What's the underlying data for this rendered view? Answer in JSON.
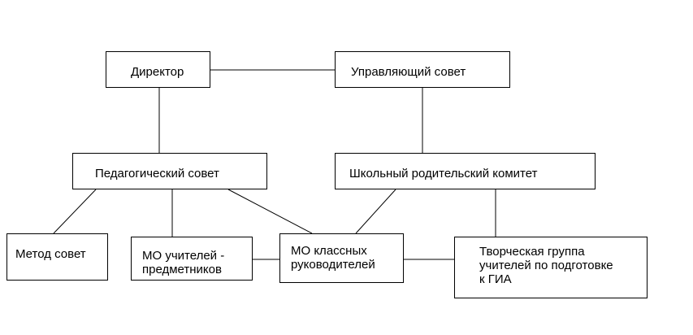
{
  "diagram": {
    "nodes": {
      "director": "Директор",
      "board": "Управляющий совет",
      "ped_council": "Педагогический совет",
      "parent_committee": "Школьный родительский комитет",
      "method_council": "Метод совет",
      "subject_teachers": "МО учителей -\nпредметников",
      "class_teachers": "МО классных\nруководителей",
      "creative_group": "Творческая группа\nучителей по подготовке\nк ГИА"
    },
    "edges": [
      [
        "director",
        "board"
      ],
      [
        "director",
        "ped_council"
      ],
      [
        "board",
        "parent_committee"
      ],
      [
        "ped_council",
        "method_council"
      ],
      [
        "ped_council",
        "subject_teachers"
      ],
      [
        "ped_council",
        "class_teachers"
      ],
      [
        "parent_committee",
        "class_teachers"
      ],
      [
        "parent_committee",
        "creative_group"
      ],
      [
        "subject_teachers",
        "class_teachers"
      ],
      [
        "class_teachers",
        "creative_group"
      ]
    ],
    "colors": {
      "line": "#000000",
      "box_border": "#000000",
      "background": "#ffffff"
    }
  }
}
